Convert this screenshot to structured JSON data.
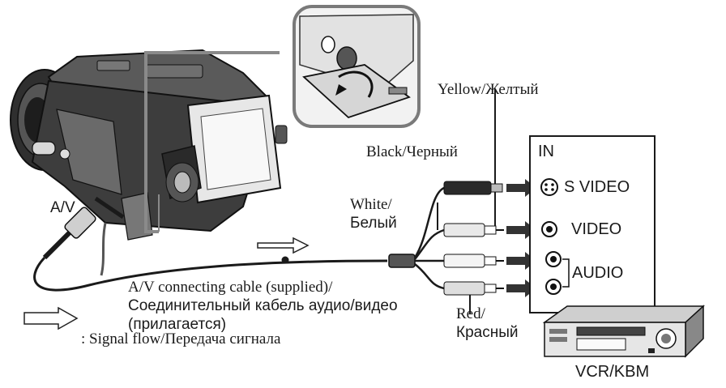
{
  "labels": {
    "yellow": "Yellow/Желтый",
    "black": "Black/Черный",
    "white_line1": "White/",
    "white_line2": "Белый",
    "av_port": "A/V",
    "cable_line1": "A/V connecting cable (supplied)/",
    "cable_line2": "Соединительный кабель аудио/видео",
    "cable_line3": "(прилагается)",
    "red_line1": "Red/",
    "red_line2": "Красный",
    "signal_flow": ": Signal flow/Передача сигнала"
  },
  "vcr_panel": {
    "in_label": "IN",
    "svideo_label": "S VIDEO",
    "video_label": "VIDEO",
    "audio_label": "AUDIO",
    "device_label": "VCR/KBM"
  },
  "colors": {
    "ink": "#1a1a1a",
    "camera_body": "#3a3a3a",
    "camera_light": "#8a8a8a",
    "inset_border": "#7a7a7a",
    "arrow": "#333333"
  },
  "icons": {
    "camcorder": "camcorder-illustration",
    "inset": "connector-cover-detail",
    "vcr": "vcr-illustration",
    "plugs": [
      "s-video-plug",
      "rca-plug-yellow",
      "rca-plug-white",
      "rca-plug-red"
    ],
    "jacks": [
      "s-video-jack",
      "video-jack",
      "audio-jack-l",
      "audio-jack-r"
    ]
  }
}
